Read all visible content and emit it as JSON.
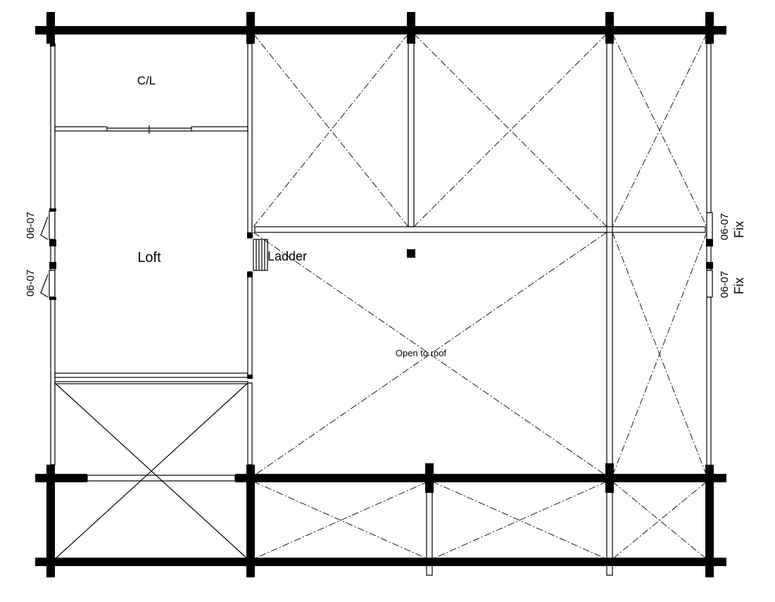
{
  "labels": {
    "closet": "C/L",
    "loft": "Loft",
    "ladder": "Ladder",
    "open_to_roof": "Open to roof",
    "window_left_upper": "06-07",
    "window_left_lower": "06-07",
    "window_right_upper": "06-07",
    "window_right_lower": "06-07",
    "fix_upper": "Fix",
    "fix_lower": "Fix"
  }
}
